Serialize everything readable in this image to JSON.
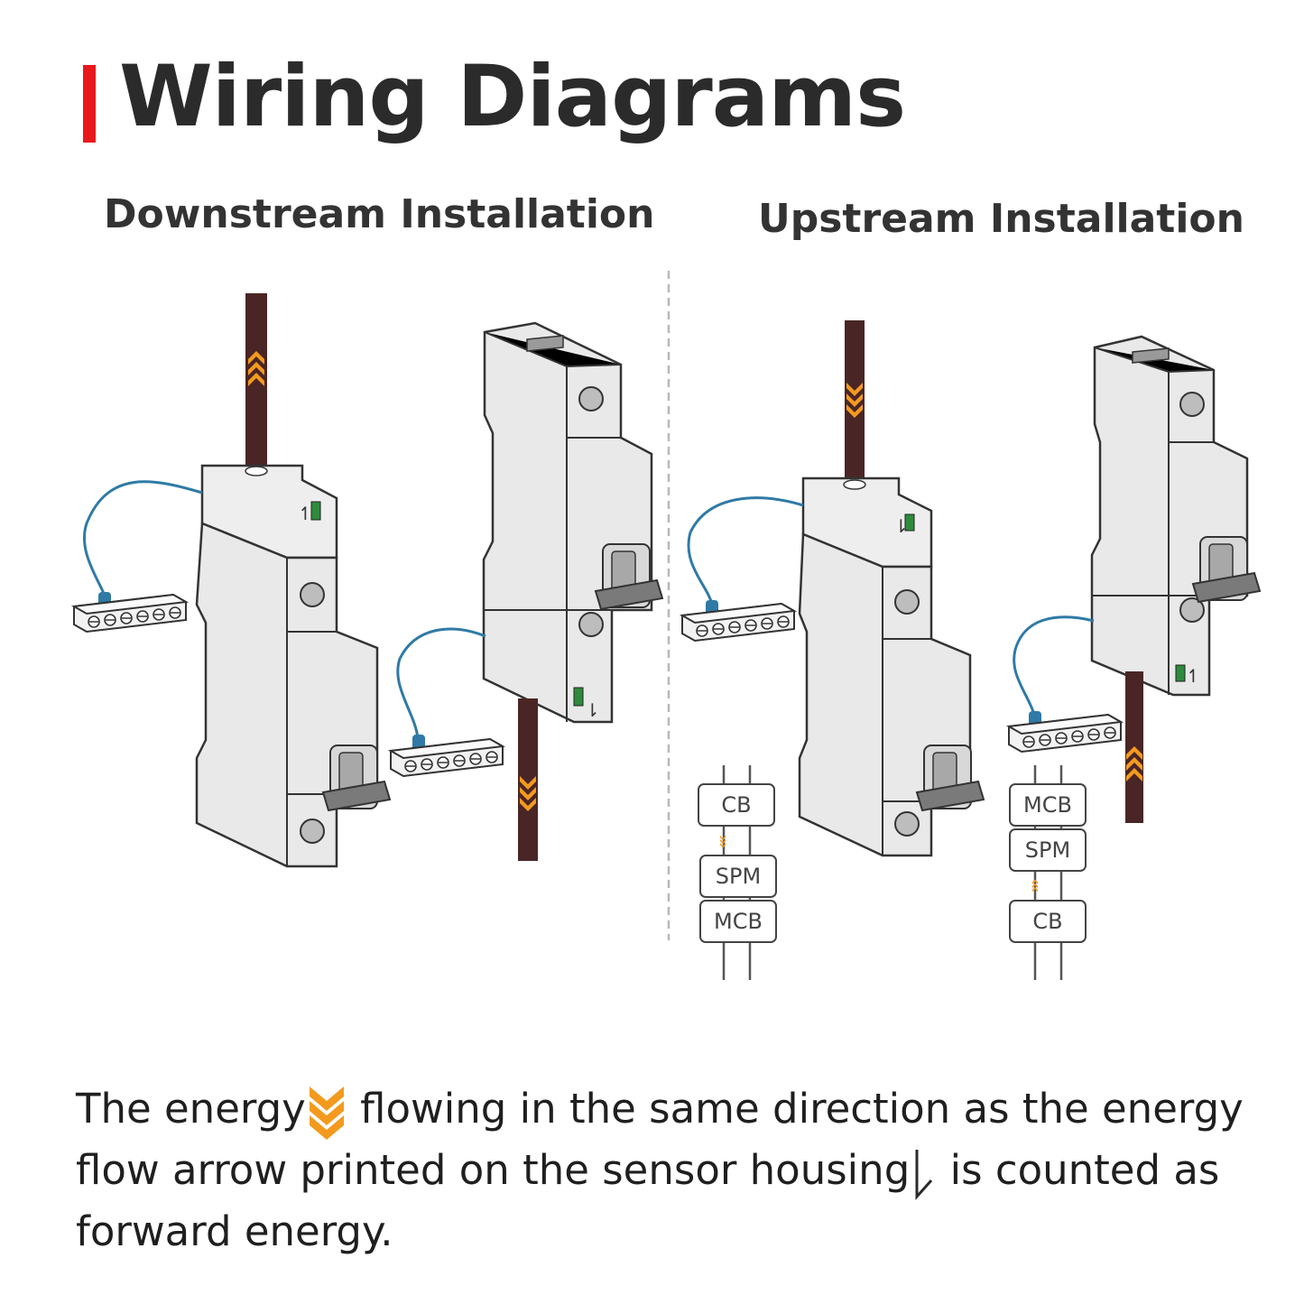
{
  "title": "Wiring Diagrams",
  "sections": {
    "downstream": {
      "label": "Downstream Installation"
    },
    "upstream": {
      "label": "Upstream Installation"
    }
  },
  "schematics": {
    "upstream_left": [
      "CB",
      "SPM",
      "MCB"
    ],
    "upstream_right": [
      "MCB",
      "SPM",
      "CB"
    ]
  },
  "footer": {
    "part1": "The energy",
    "part2": " flowing in the same direction as the energy flow arrow printed on the sensor housing",
    "part3": " is counted as forward energy."
  },
  "colors": {
    "accent": "#e8191c",
    "cable": "#4a2525",
    "arrow": "#f39a1e",
    "wire": "#2f7aa6",
    "housing": "#e9e9e9",
    "lever": "#7a7a7a",
    "indicator": "#2e8b3c"
  },
  "icons": {
    "energy_arrow": "double-chevron-down-icon",
    "housing_arrow": "down-arrow-glyph-icon"
  }
}
